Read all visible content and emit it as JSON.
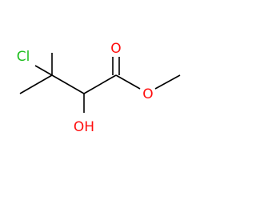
{
  "molecule": {
    "atom_labels": {
      "chlorine": "Cl",
      "carbonyl_oxygen": "O",
      "ester_oxygen": "O",
      "hydroxyl": "OH"
    },
    "colors": {
      "bond": "#000000",
      "chlorine": "#1fbf1f",
      "oxygen": "#ff0d0d",
      "background": "#ffffff"
    }
  }
}
